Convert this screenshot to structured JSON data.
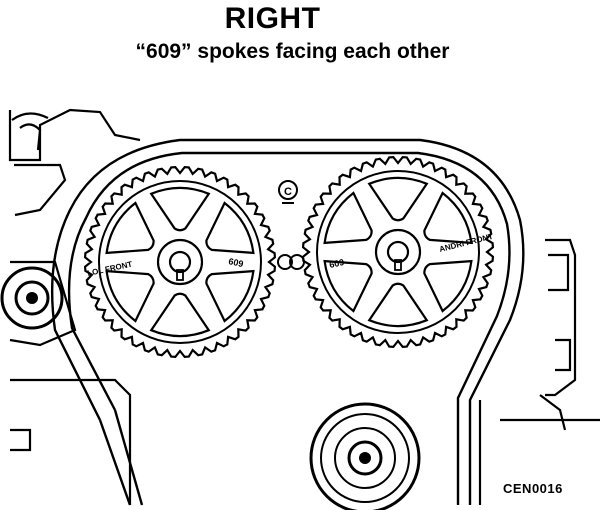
{
  "header": {
    "title": "RIGHT",
    "subtitle": "“609” spokes facing each other"
  },
  "diagram": {
    "figure_code": "CEN0016",
    "left_gear": {
      "marks": [
        "LOL FRONT",
        "609"
      ]
    },
    "right_gear": {
      "marks": [
        "609",
        "ANDRI FRONT"
      ]
    },
    "center_mark": "C",
    "colors": {
      "ink": "#000000",
      "paper": "#ffffff"
    }
  }
}
